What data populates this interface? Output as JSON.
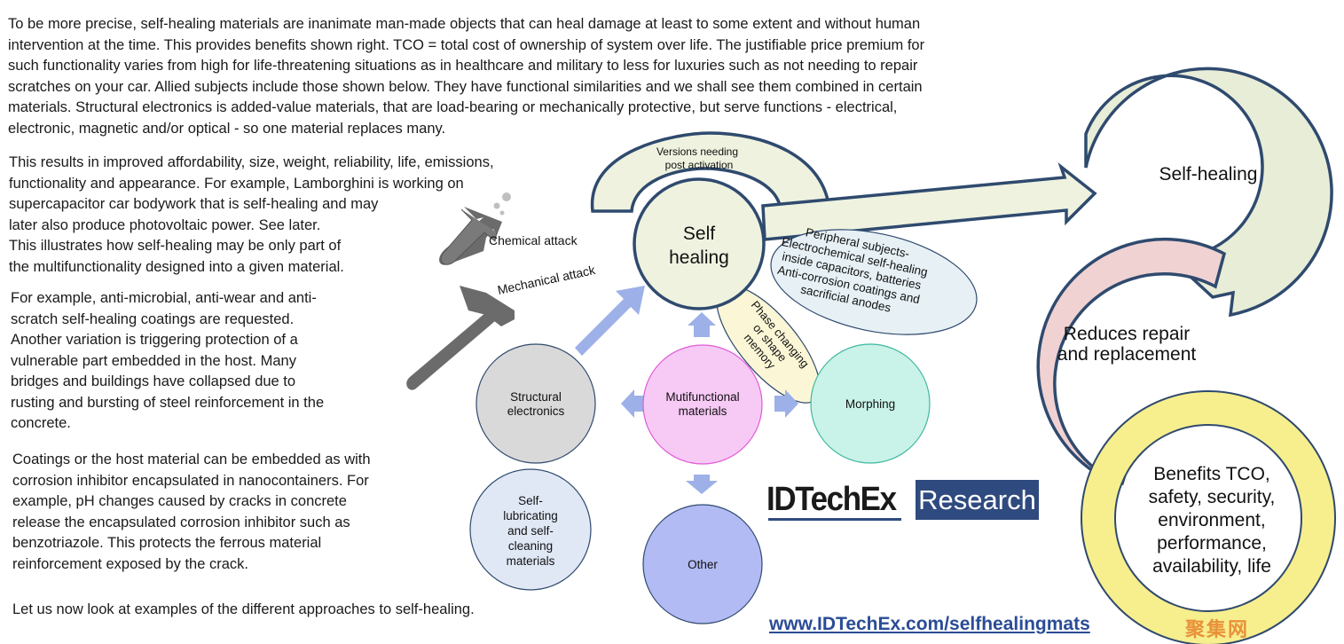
{
  "intro": {
    "lines": [
      "To be more precise, self-healing materials are inanimate man-made objects that can heal damage at least to some extent and without human",
      "intervention at the time. This provides benefits shown right. TCO = total cost of ownership of system over life. The justifiable price premium for",
      "such functionality varies from high for life-threatening situations as in healthcare and military to less for luxuries such as not needing to repair",
      "scratches on your car. Allied subjects include those shown below. They have functional similarities and we shall see them combined in certain",
      "materials. Structural electronics is added-value materials, that are load-bearing or mechanically protective,  but serve functions - electrical,",
      "electronic, magnetic and/or optical - so one material replaces many."
    ]
  },
  "results": {
    "lines": [
      "This results in improved affordability, size, weight, reliability, life, emissions,",
      "functionality and appearance. For example, Lamborghini is working on",
      "supercapacitor car bodywork that is self-healing and may",
      "later also produce photovoltaic power. See later.",
      "This illustrates how self-healing may be only part of",
      "the multifunctionality designed into a given material."
    ]
  },
  "coatings_example": {
    "lines": [
      "For example, anti-microbial, anti-wear and anti-",
      "scratch self-healing coatings are requested.",
      "Another variation is triggering protection of a",
      "vulnerable part embedded in the host. Many",
      "bridges and buildings have collapsed due to",
      "rusting and bursting of steel reinforcement in the",
      "concrete."
    ]
  },
  "inhibitor": {
    "lines": [
      "Coatings or the host material can be embedded as with",
      "corrosion inhibitor encapsulated in nanocontainers.  For",
      "example, pH changes caused by cracks in concrete",
      "release the encapsulated corrosion inhibitor such as",
      "benzotriazole. This protects the ferrous material",
      "reinforcement exposed by the crack."
    ]
  },
  "closing": "Let us now look at examples of the different approaches to self-healing.",
  "diagram": {
    "self_healing": [
      "Self",
      "healing"
    ],
    "versions_arc": [
      "Versions needing",
      "post activation"
    ],
    "chemical_attack": "Chemical  attack",
    "mechanical_attack": "Mechanical attack",
    "peripheral": [
      "Peripheral subjects-",
      "Electrochemical self-healing",
      "inside capacitors, batteries",
      "Anti-corrosion coatings and",
      "sacrificial anodes"
    ],
    "phase_changing": [
      "Phase changing",
      "or shape",
      "memory"
    ],
    "structural": [
      "Structural",
      "electronics"
    ],
    "multifunctional": [
      "Mutifunctional",
      "materials"
    ],
    "morphing": "Morphing",
    "self_lubricating": [
      "Self-",
      "lubricating",
      "and self-",
      "cleaning",
      "materials"
    ],
    "other": "Other"
  },
  "cycle": {
    "top": "Self-healing",
    "middle": [
      "Reduces repair",
      "and replacement"
    ],
    "bottom": [
      "Benefits TCO,",
      "safety, security,",
      "environment,",
      "performance,",
      "availability, life"
    ]
  },
  "logo": {
    "name": "IDTechEx",
    "research": "Research"
  },
  "url": "www.IDTechEx.com/selfhealingmats",
  "watermark": "聚集网",
  "colors": {
    "navy_outline": "#2f4a6e",
    "self_healing_fill": "#eef2df",
    "peripheral_fill": "#e6f0f5",
    "phase_fill": "#fbf7d6",
    "structural_fill": "#d9d9d9",
    "multifunctional_fill": "#f7c9f5",
    "morphing_fill": "#c9f2e8",
    "self_lubricating_fill": "#e0e8f5",
    "other_fill": "#b2bbf4",
    "arrow_fill": "#9db0e8",
    "cycle_top": "#e8edd8",
    "cycle_middle": "#f0d2d2",
    "cycle_bottom": "#f7ee8e",
    "brand_blue": "#2f4a7f"
  }
}
